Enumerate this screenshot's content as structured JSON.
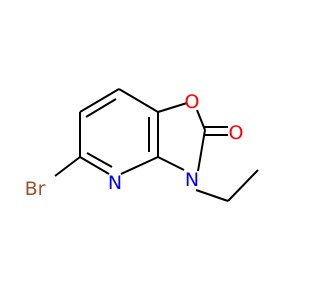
{
  "molecule": {
    "atoms": {
      "bromine": {
        "label": "Br",
        "color": "#a0522d"
      },
      "pyridine_n": {
        "label": "N",
        "color": "#0000ff"
      },
      "ring_n": {
        "label": "N",
        "color": "#0000ff"
      },
      "ring_o": {
        "label": "O",
        "color": "#ff0000"
      },
      "carbonyl_o": {
        "label": "O",
        "color": "#ff0000"
      }
    },
    "bond_color": "#000000"
  }
}
